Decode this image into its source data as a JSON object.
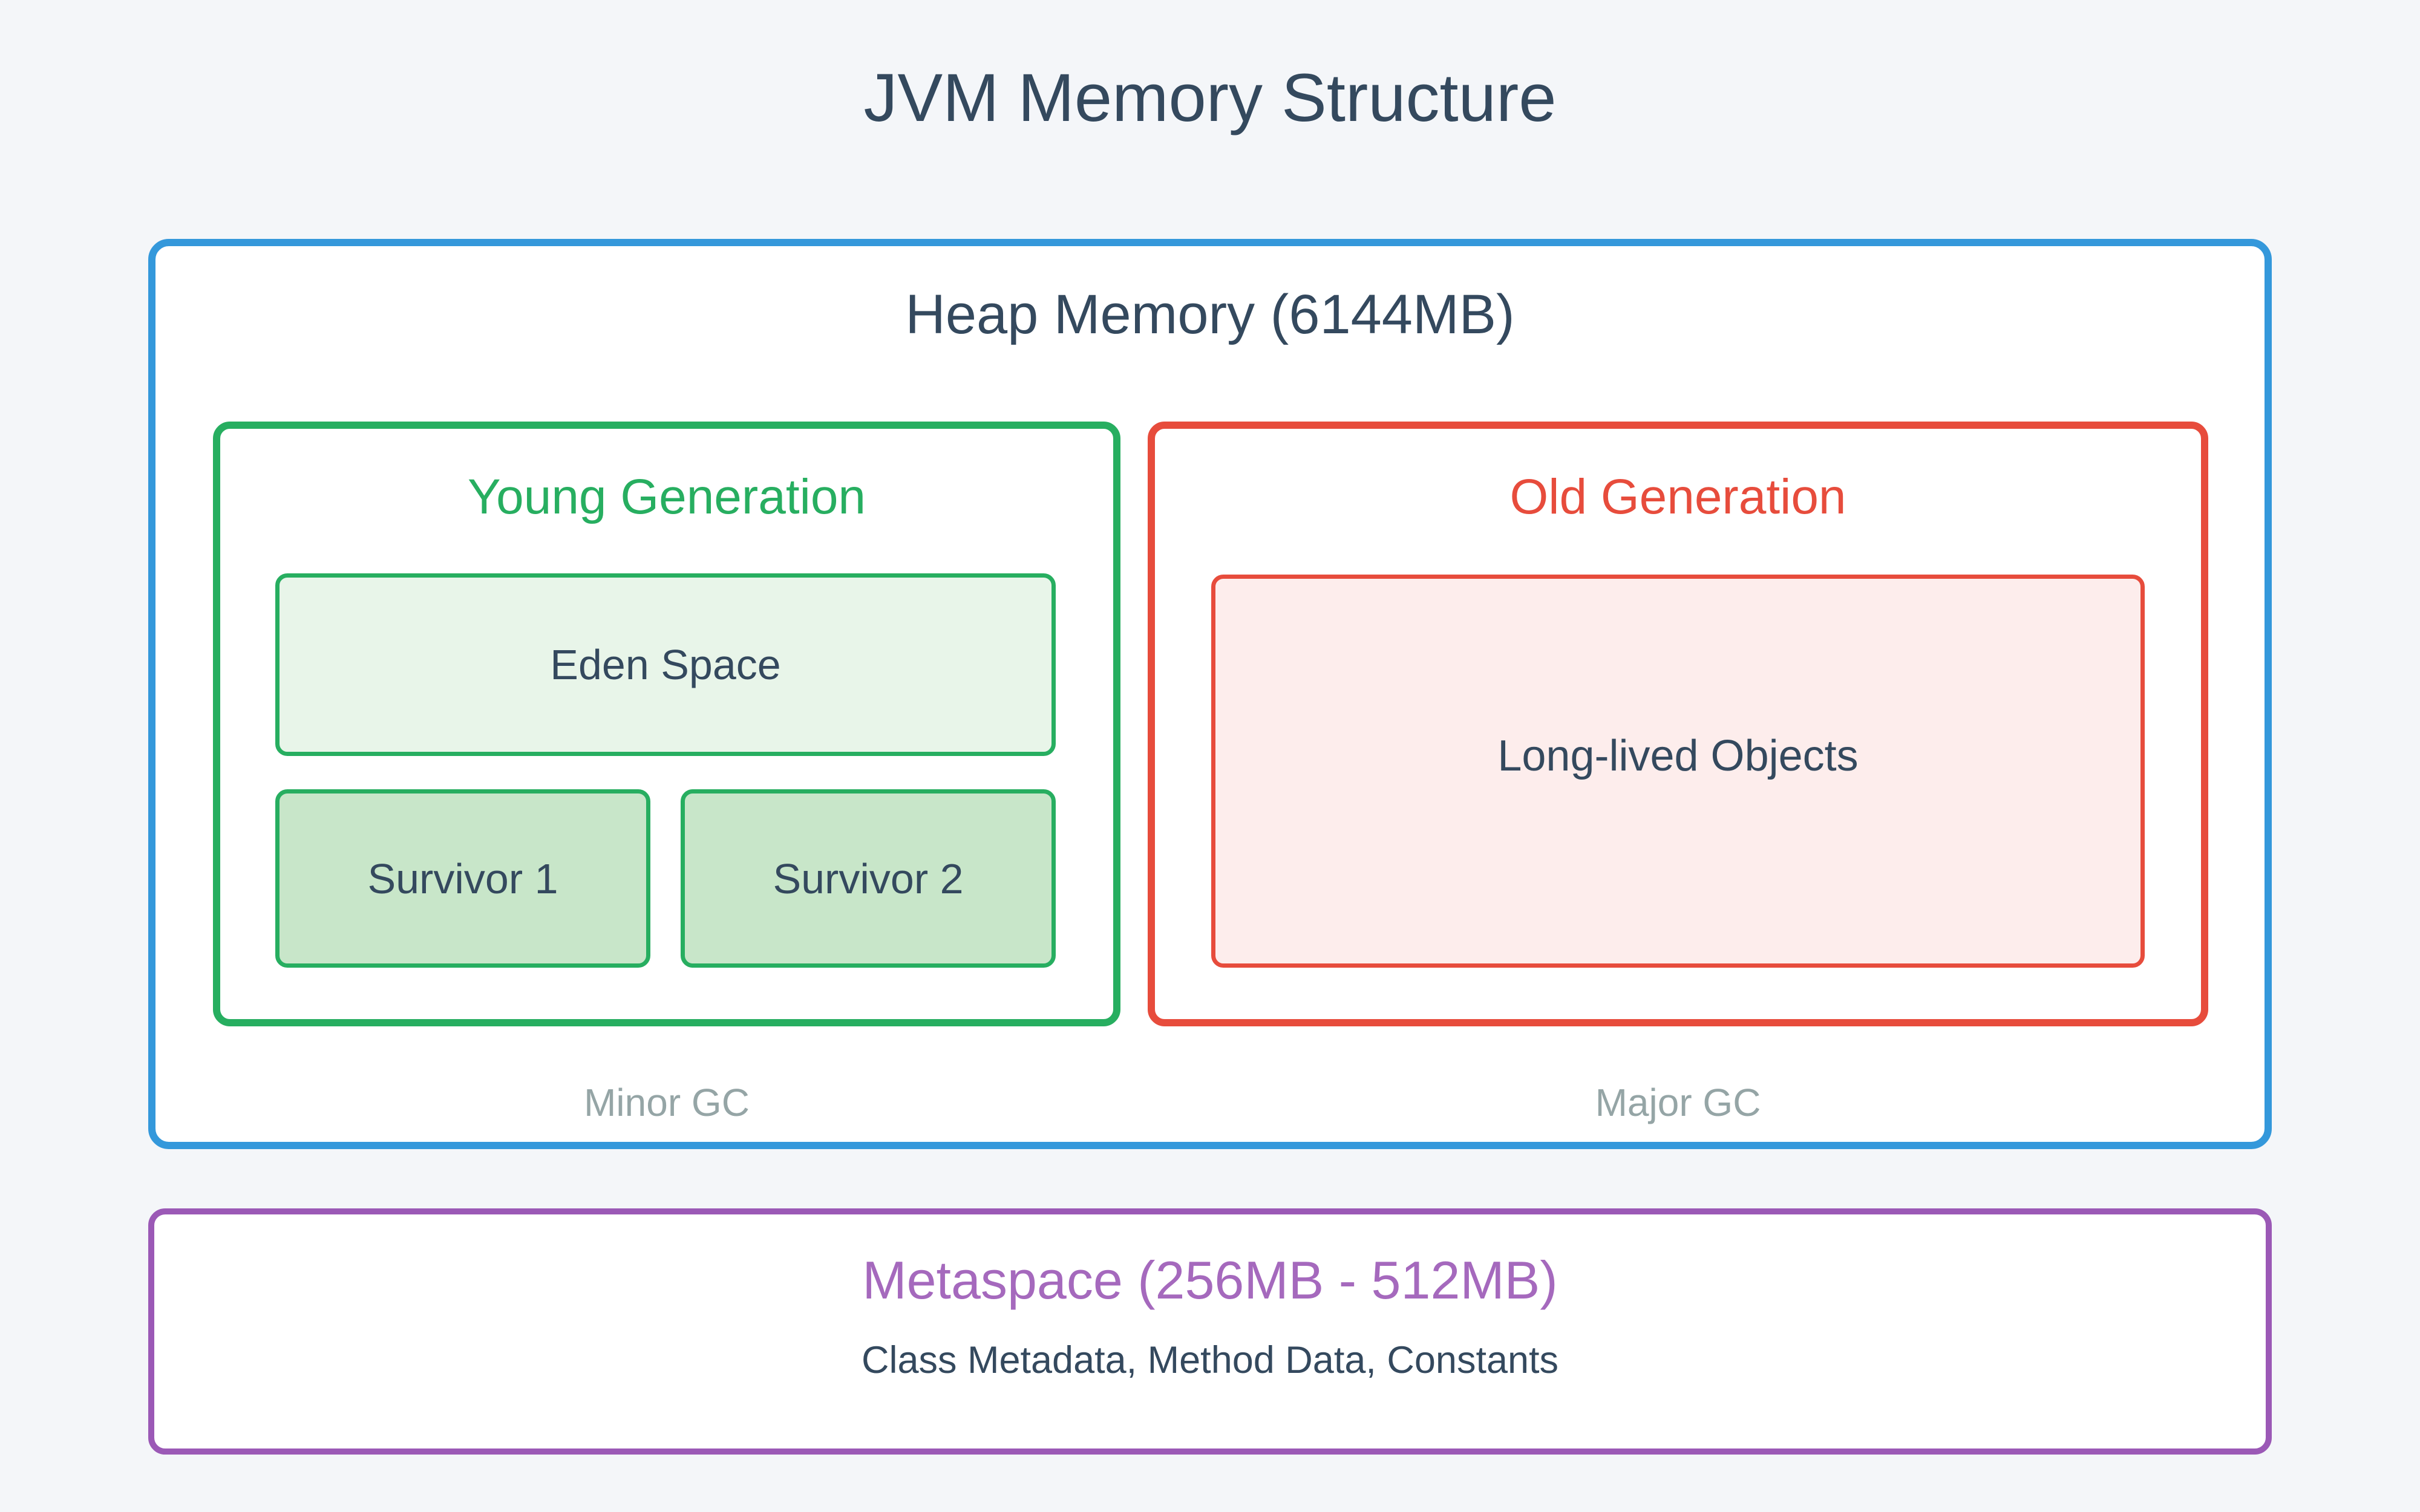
{
  "title": "JVM Memory Structure",
  "heap": {
    "title": "Heap Memory (6144MB)",
    "young": {
      "title": "Young Generation",
      "eden": "Eden Space",
      "survivor1": "Survivor 1",
      "survivor2": "Survivor 2",
      "gc_label": "Minor GC"
    },
    "old": {
      "title": "Old Generation",
      "long_lived": "Long-lived Objects",
      "gc_label": "Major GC"
    }
  },
  "metaspace": {
    "title": "Metaspace (256MB - 512MB)",
    "subtitle": "Class Metadata, Method Data, Constants"
  },
  "colors": {
    "background": "#f4f6f9",
    "heap_border": "#3498db",
    "young_border": "#27ae60",
    "young_title": "#27ae60",
    "eden_fill": "#e8f5e9",
    "survivor_fill": "#c8e6c9",
    "old_border": "#e74c3c",
    "old_title": "#e74c3c",
    "old_fill": "#fdedec",
    "metaspace_border": "#9b59b6",
    "metaspace_title": "#a569bd",
    "text_dark": "#34495e",
    "gc_text": "#95a5a6"
  }
}
